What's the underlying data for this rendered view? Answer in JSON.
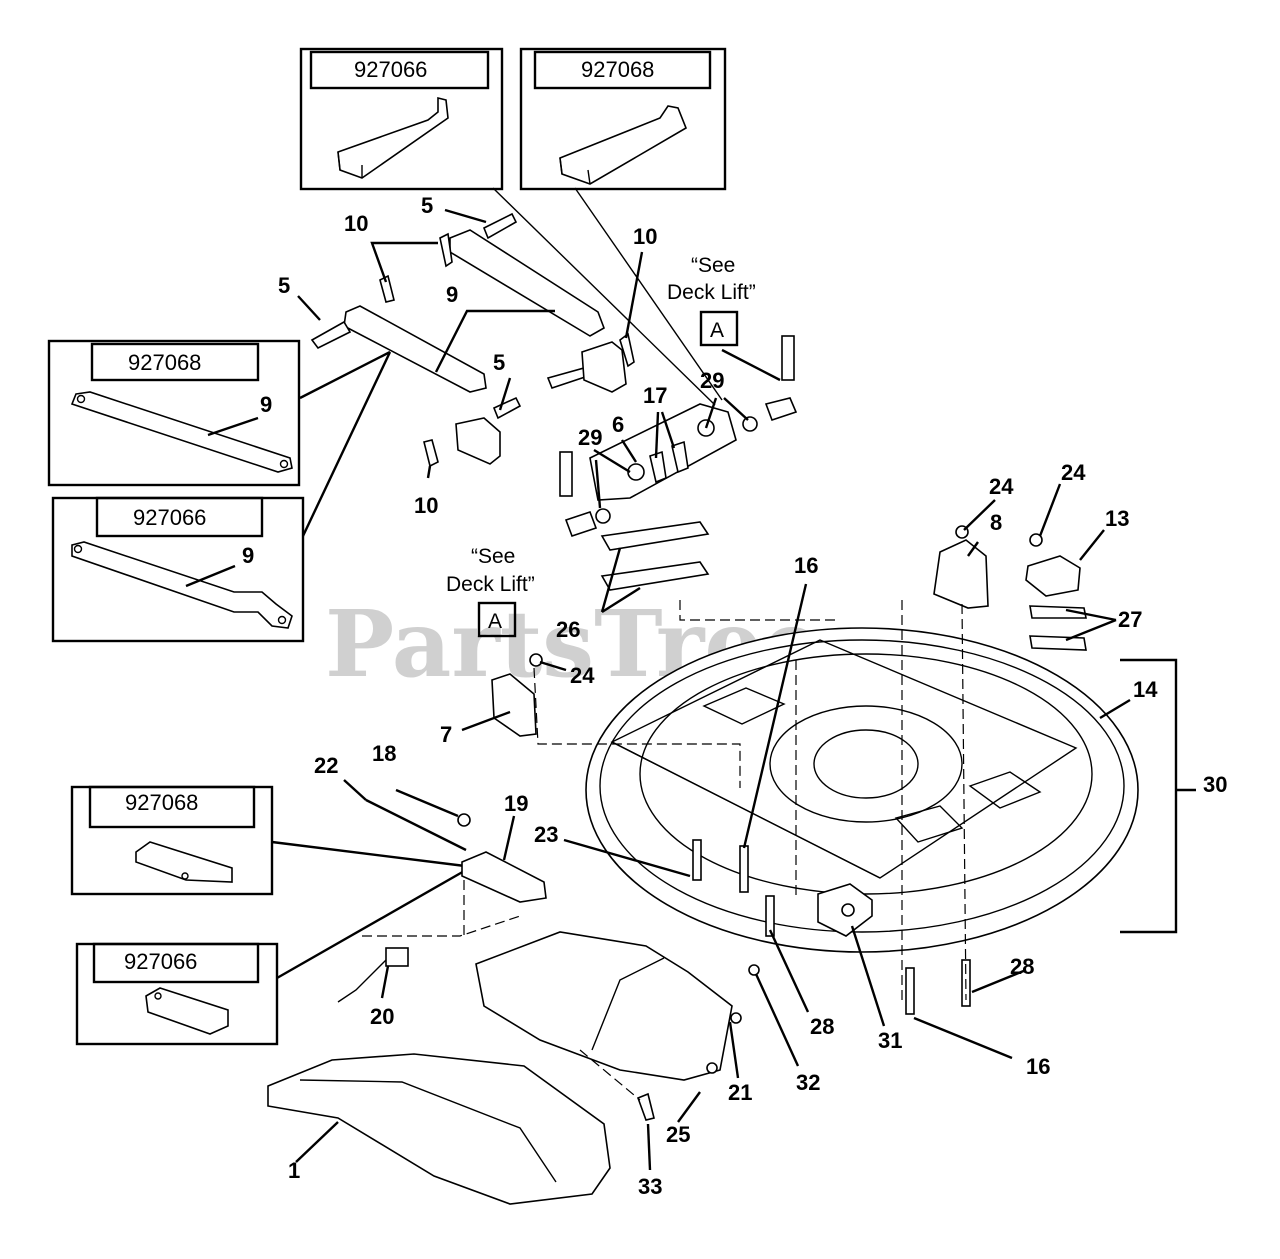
{
  "watermark": "PartsTree",
  "inset_boxes": [
    {
      "id": "927066",
      "label": "927066"
    },
    {
      "id": "927068",
      "label": "927068"
    },
    {
      "id": "927068",
      "label": "927068"
    },
    {
      "id": "927066",
      "label": "927066"
    },
    {
      "id": "927068",
      "label": "927068"
    },
    {
      "id": "927066",
      "label": "927066"
    }
  ],
  "notes": [
    {
      "line1": "“See",
      "line2": "Deck Lift”",
      "ref": "A"
    },
    {
      "line1": "“See",
      "line2": "Deck Lift”",
      "ref": "A"
    }
  ],
  "callouts": [
    "5",
    "10",
    "5",
    "9",
    "10",
    "5",
    "29",
    "17",
    "6",
    "29",
    "10",
    "9",
    "9",
    "24",
    "8",
    "24",
    "13",
    "16",
    "27",
    "26",
    "24",
    "7",
    "14",
    "30",
    "22",
    "18",
    "19",
    "23",
    "28",
    "28",
    "31",
    "16",
    "20",
    "21",
    "32",
    "25",
    "1",
    "33"
  ]
}
